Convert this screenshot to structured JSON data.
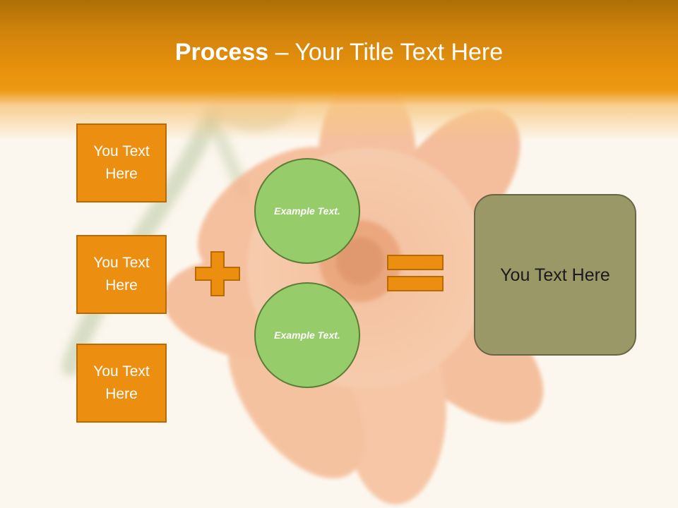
{
  "slide": {
    "title_bold": "Process",
    "title_rest": " – Your Title Text Here",
    "left_boxes": [
      {
        "label": "You Text Here"
      },
      {
        "label": "You Text Here"
      },
      {
        "label": "You Text Here"
      }
    ],
    "circles": [
      {
        "label": "Example Text."
      },
      {
        "label": "Example Text."
      }
    ],
    "result_label": "You Text Here",
    "icons": {
      "plus": "plus-icon",
      "equals": "equals-icon"
    }
  },
  "colors": {
    "header_orange": "#ec940d",
    "box_fill": "#ec8e10",
    "box_border": "#b86a04",
    "circle_fill": "#96cc69",
    "circle_border": "#5a7e36",
    "result_fill": "#9a9867",
    "background": "#fcf7ee"
  }
}
